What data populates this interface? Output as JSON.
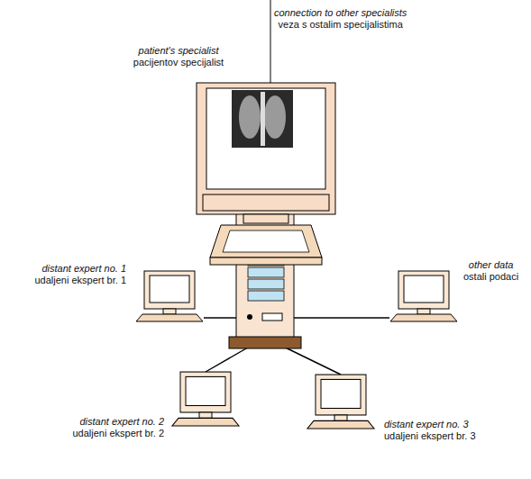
{
  "diagram": {
    "nodes": [
      {
        "text": [
          "patient's specialist",
          "pacijentov specijalist"
        ]
      },
      {
        "text": [
          "distant expert no. 1",
          "udaljeni ekspert br. 1"
        ]
      },
      {
        "text": [
          "other data",
          "ostali podaci"
        ]
      },
      {
        "text": [
          "distant expert no. 2",
          "udaljeni ekspert br. 2"
        ]
      },
      {
        "text": [
          "distant expert no. 3",
          "udaljeni ekspert br. 3"
        ]
      }
    ],
    "edges": [
      {
        "from": 0,
        "to": 1,
        "arrow": "none"
      },
      {
        "from": 0,
        "to": 2,
        "arrow": "none"
      },
      {
        "from": 0,
        "to": 3,
        "arrow": "none"
      },
      {
        "from": 0,
        "to": 4,
        "arrow": "none"
      }
    ],
    "labels": [
      "connection to other specialists",
      "veza s ostalim specijalistima"
    ]
  }
}
